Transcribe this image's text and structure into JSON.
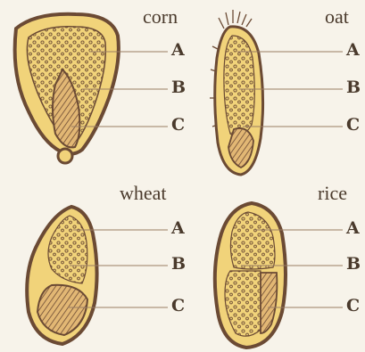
{
  "colors": {
    "background": "#f7f3ea",
    "kernel_fill": "#f1d37a",
    "kernel_outline": "#6b4a34",
    "embryo": "#b98b57",
    "leader": "#9a7c62",
    "text": "#4a3a2c"
  },
  "grains": {
    "corn": {
      "title": "corn",
      "labels": [
        "A",
        "B",
        "C"
      ]
    },
    "oat": {
      "title": "oat",
      "labels": [
        "A",
        "B",
        "C"
      ]
    },
    "wheat": {
      "title": "wheat",
      "labels": [
        "A",
        "B",
        "C"
      ]
    },
    "rice": {
      "title": "rice",
      "labels": [
        "A",
        "B",
        "C"
      ]
    }
  }
}
